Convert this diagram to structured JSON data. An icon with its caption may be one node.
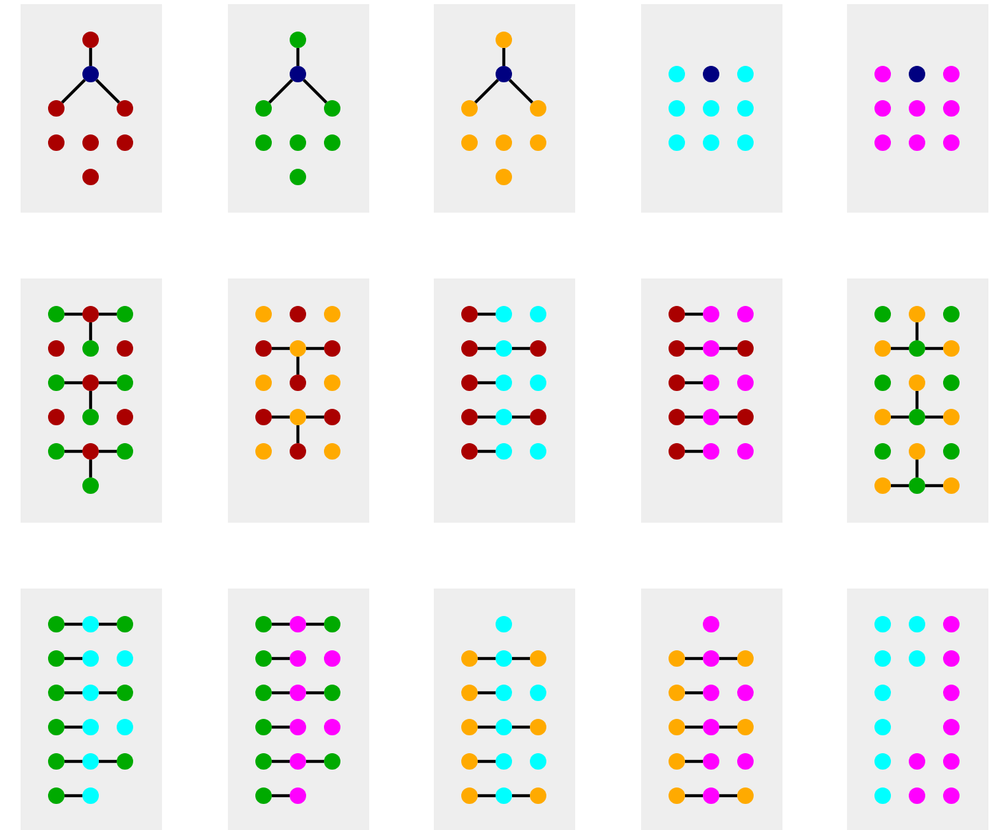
{
  "diagram": {
    "nodes": [
      {
        "text": [],
        "shape": "box"
      },
      {
        "text": [],
        "shape": "circle",
        "in": 0
      },
      {
        "text": [],
        "shape": "circle",
        "in": 0
      },
      {
        "text": [],
        "shape": "circle",
        "in": 0
      },
      {
        "text": [],
        "shape": "circle",
        "in": 0
      },
      {
        "text": [],
        "shape": "circle",
        "in": 0
      },
      {
        "text": [],
        "shape": "circle",
        "in": 0
      },
      {
        "text": [],
        "shape": "circle",
        "in": 0
      },
      {
        "text": [],
        "shape": "circle",
        "in": 0
      },
      {
        "text": [],
        "shape": "box"
      },
      {
        "text": [],
        "shape": "circle",
        "in": 9
      },
      {
        "text": [],
        "shape": "circle",
        "in": 9
      },
      {
        "text": [],
        "shape": "circle",
        "in": 9
      },
      {
        "text": [],
        "shape": "circle",
        "in": 9
      },
      {
        "text": [],
        "shape": "circle",
        "in": 9
      },
      {
        "text": [],
        "shape": "circle",
        "in": 9
      },
      {
        "text": [],
        "shape": "circle",
        "in": 9
      },
      {
        "text": [],
        "shape": "circle",
        "in": 9
      },
      {
        "text": [],
        "shape": "box"
      },
      {
        "text": [],
        "shape": "circle",
        "in": 18
      },
      {
        "text": [],
        "shape": "circle",
        "in": 18
      },
      {
        "text": [],
        "shape": "circle",
        "in": 18
      },
      {
        "text": [],
        "shape": "circle",
        "in": 18
      },
      {
        "text": [],
        "shape": "circle",
        "in": 18
      },
      {
        "text": [],
        "shape": "circle",
        "in": 18
      },
      {
        "text": [],
        "shape": "circle",
        "in": 18
      },
      {
        "text": [],
        "shape": "circle",
        "in": 18
      },
      {
        "text": [],
        "shape": "box"
      },
      {
        "text": [],
        "shape": "circle",
        "in": 27
      },
      {
        "text": [],
        "shape": "circle",
        "in": 27
      },
      {
        "text": [],
        "shape": "circle",
        "in": 27
      },
      {
        "text": [],
        "shape": "circle",
        "in": 27
      },
      {
        "text": [],
        "shape": "circle",
        "in": 27
      },
      {
        "text": [],
        "shape": "circle",
        "in": 27
      },
      {
        "text": [],
        "shape": "circle",
        "in": 27
      },
      {
        "text": [],
        "shape": "circle",
        "in": 27
      },
      {
        "text": [],
        "shape": "circle",
        "in": 27
      },
      {
        "text": [],
        "shape": "box"
      },
      {
        "text": [],
        "shape": "circle",
        "in": 37
      },
      {
        "text": [],
        "shape": "circle",
        "in": 37
      },
      {
        "text": [],
        "shape": "circle",
        "in": 37
      },
      {
        "text": [],
        "shape": "circle",
        "in": 37
      },
      {
        "text": [],
        "shape": "circle",
        "in": 37
      },
      {
        "text": [],
        "shape": "circle",
        "in": 37
      },
      {
        "text": [],
        "shape": "circle",
        "in": 37
      },
      {
        "text": [],
        "shape": "circle",
        "in": 37
      },
      {
        "text": [],
        "shape": "circle",
        "in": 37
      },
      {
        "text": [],
        "shape": "box"
      },
      {
        "text": [],
        "shape": "circle",
        "in": 47
      },
      {
        "text": [],
        "shape": "circle",
        "in": 47
      },
      {
        "text": [],
        "shape": "circle",
        "in": 47
      },
      {
        "text": [],
        "shape": "circle",
        "in": 47
      },
      {
        "text": [],
        "shape": "circle",
        "in": 47
      },
      {
        "text": [],
        "shape": "circle",
        "in": 47
      },
      {
        "text": [],
        "shape": "circle",
        "in": 47
      },
      {
        "text": [],
        "shape": "circle",
        "in": 47
      },
      {
        "text": [],
        "shape": "circle",
        "in": 47
      },
      {
        "text": [],
        "shape": "circle",
        "in": 47
      },
      {
        "text": [],
        "shape": "circle",
        "in": 47
      },
      {
        "text": [],
        "shape": "circle",
        "in": 47
      },
      {
        "text": [],
        "shape": "circle",
        "in": 47
      },
      {
        "text": [],
        "shape": "circle",
        "in": 47
      },
      {
        "text": [],
        "shape": "circle",
        "in": 47
      },
      {
        "text": [],
        "shape": "circle",
        "in": 47
      },
      {
        "text": [],
        "shape": "box"
      },
      {
        "text": [],
        "shape": "circle",
        "in": 64
      },
      {
        "text": [],
        "shape": "circle",
        "in": 64
      },
      {
        "text": [],
        "shape": "circle",
        "in": 64
      },
      {
        "text": [],
        "shape": "circle",
        "in": 64
      },
      {
        "text": [],
        "shape": "circle",
        "in": 64
      },
      {
        "text": [],
        "shape": "circle",
        "in": 64
      },
      {
        "text": [],
        "shape": "circle",
        "in": 64
      },
      {
        "text": [],
        "shape": "circle",
        "in": 64
      },
      {
        "text": [],
        "shape": "circle",
        "in": 64
      },
      {
        "text": [],
        "shape": "circle",
        "in": 64
      },
      {
        "text": [],
        "shape": "circle",
        "in": 64
      },
      {
        "text": [],
        "shape": "circle",
        "in": 64
      },
      {
        "text": [],
        "shape": "circle",
        "in": 64
      },
      {
        "text": [],
        "shape": "circle",
        "in": 64
      },
      {
        "text": [],
        "shape": "circle",
        "in": 64
      },
      {
        "text": [],
        "shape": "box"
      },
      {
        "text": [],
        "shape": "circle",
        "in": 80
      },
      {
        "text": [],
        "shape": "circle",
        "in": 80
      },
      {
        "text": [],
        "shape": "circle",
        "in": 80
      },
      {
        "text": [],
        "shape": "circle",
        "in": 80
      },
      {
        "text": [],
        "shape": "circle",
        "in": 80
      },
      {
        "text": [],
        "shape": "circle",
        "in": 80
      },
      {
        "text": [],
        "shape": "circle",
        "in": 80
      },
      {
        "text": [],
        "shape": "circle",
        "in": 80
      },
      {
        "text": [],
        "shape": "circle",
        "in": 80
      },
      {
        "text": [],
        "shape": "circle",
        "in": 80
      },
      {
        "text": [],
        "shape": "circle",
        "in": 80
      },
      {
        "text": [],
        "shape": "circle",
        "in": 80
      },
      {
        "text": [],
        "shape": "circle",
        "in": 80
      },
      {
        "text": [],
        "shape": "circle",
        "in": 80
      },
      {
        "text": [],
        "shape": "circle",
        "in": 80
      },
      {
        "text": [],
        "shape": "box"
      },
      {
        "text": [],
        "shape": "circle",
        "in": 96
      },
      {
        "text": [],
        "shape": "circle",
        "in": 96
      },
      {
        "text": [],
        "shape": "circle",
        "in": 96
      },
      {
        "text": [],
        "shape": "circle",
        "in": 96
      },
      {
        "text": [],
        "shape": "circle",
        "in": 96
      },
      {
        "text": [],
        "shape": "circle",
        "in": 96
      },
      {
        "text": [],
        "shape": "circle",
        "in": 96
      },
      {
        "text": [],
        "shape": "circle",
        "in": 96
      },
      {
        "text": [],
        "shape": "circle",
        "in": 96
      },
      {
        "text": [],
        "shape": "circle",
        "in": 96
      },
      {
        "text": [],
        "shape": "circle",
        "in": 96
      },
      {
        "text": [],
        "shape": "circle",
        "in": 96
      },
      {
        "text": [],
        "shape": "circle",
        "in": 96
      },
      {
        "text": [],
        "shape": "circle",
        "in": 96
      },
      {
        "text": [],
        "shape": "circle",
        "in": 96
      },
      {
        "text": [],
        "shape": "box"
      },
      {
        "text": [],
        "shape": "circle",
        "in": 112
      },
      {
        "text": [],
        "shape": "circle",
        "in": 112
      },
      {
        "text": [],
        "shape": "circle",
        "in": 112
      },
      {
        "text": [],
        "shape": "circle",
        "in": 112
      },
      {
        "text": [],
        "shape": "circle",
        "in": 112
      },
      {
        "text": [],
        "shape": "circle",
        "in": 112
      },
      {
        "text": [],
        "shape": "circle",
        "in": 112
      },
      {
        "text": [],
        "shape": "circle",
        "in": 112
      },
      {
        "text": [],
        "shape": "circle",
        "in": 112
      },
      {
        "text": [],
        "shape": "circle",
        "in": 112
      },
      {
        "text": [],
        "shape": "circle",
        "in": 112
      },
      {
        "text": [],
        "shape": "circle",
        "in": 112
      },
      {
        "text": [],
        "shape": "circle",
        "in": 112
      },
      {
        "text": [],
        "shape": "circle",
        "in": 112
      },
      {
        "text": [],
        "shape": "circle",
        "in": 112
      },
      {
        "text": [],
        "shape": "circle",
        "in": 112
      },
      {
        "text": [],
        "shape": "circle",
        "in": 112
      },
      {
        "text": [],
        "shape": "circle",
        "in": 112
      },
      {
        "text": [],
        "shape": "box"
      },
      {
        "text": [],
        "shape": "circle",
        "in": 131
      },
      {
        "text": [],
        "shape": "circle",
        "in": 131
      },
      {
        "text": [],
        "shape": "circle",
        "in": 131
      },
      {
        "text": [],
        "shape": "circle",
        "in": 131
      },
      {
        "text": [],
        "shape": "circle",
        "in": 131
      },
      {
        "text": [],
        "shape": "circle",
        "in": 131
      },
      {
        "text": [],
        "shape": "circle",
        "in": 131
      },
      {
        "text": [],
        "shape": "circle",
        "in": 131
      },
      {
        "text": [],
        "shape": "circle",
        "in": 131
      },
      {
        "text": [],
        "shape": "circle",
        "in": 131
      },
      {
        "text": [],
        "shape": "circle",
        "in": 131
      },
      {
        "text": [],
        "shape": "circle",
        "in": 131
      },
      {
        "text": [],
        "shape": "circle",
        "in": 131
      },
      {
        "text": [],
        "shape": "circle",
        "in": 131
      },
      {
        "text": [],
        "shape": "circle",
        "in": 131
      },
      {
        "text": [],
        "shape": "circle",
        "in": 131
      },
      {
        "text": [],
        "shape": "circle",
        "in": 131
      },
      {
        "text": [],
        "shape": "box"
      },
      {
        "text": [],
        "shape": "circle",
        "in": 149
      },
      {
        "text": [],
        "shape": "circle",
        "in": 149
      },
      {
        "text": [],
        "shape": "circle",
        "in": 149
      },
      {
        "text": [],
        "shape": "circle",
        "in": 149
      },
      {
        "text": [],
        "shape": "circle",
        "in": 149
      },
      {
        "text": [],
        "shape": "circle",
        "in": 149
      },
      {
        "text": [],
        "shape": "circle",
        "in": 149
      },
      {
        "text": [],
        "shape": "circle",
        "in": 149
      },
      {
        "text": [],
        "shape": "circle",
        "in": 149
      },
      {
        "text": [],
        "shape": "circle",
        "in": 149
      },
      {
        "text": [],
        "shape": "circle",
        "in": 149
      },
      {
        "text": [],
        "shape": "circle",
        "in": 149
      },
      {
        "text": [],
        "shape": "circle",
        "in": 149
      },
      {
        "text": [],
        "shape": "circle",
        "in": 149
      },
      {
        "text": [],
        "shape": "circle",
        "in": 149
      },
      {
        "text": [],
        "shape": "circle",
        "in": 149
      },
      {
        "text": [],
        "shape": "circle",
        "in": 149
      },
      {
        "text": [],
        "shape": "box"
      },
      {
        "text": [],
        "shape": "circle",
        "in": 167
      },
      {
        "text": [],
        "shape": "circle",
        "in": 167
      },
      {
        "text": [],
        "shape": "circle",
        "in": 167
      },
      {
        "text": [],
        "shape": "circle",
        "in": 167
      },
      {
        "text": [],
        "shape": "circle",
        "in": 167
      },
      {
        "text": [],
        "shape": "circle",
        "in": 167
      },
      {
        "text": [],
        "shape": "circle",
        "in": 167
      },
      {
        "text": [],
        "shape": "circle",
        "in": 167
      },
      {
        "text": [],
        "shape": "circle",
        "in": 167
      },
      {
        "text": [],
        "shape": "circle",
        "in": 167
      },
      {
        "text": [],
        "shape": "circle",
        "in": 167
      },
      {
        "text": [],
        "shape": "circle",
        "in": 167
      },
      {
        "text": [],
        "shape": "circle",
        "in": 167
      },
      {
        "text": [],
        "shape": "circle",
        "in": 167
      },
      {
        "text": [],
        "shape": "circle",
        "in": 167
      },
      {
        "text": [],
        "shape": "circle",
        "in": 167
      },
      {
        "text": [],
        "shape": "box"
      },
      {
        "text": [],
        "shape": "circle",
        "in": 184
      },
      {
        "text": [],
        "shape": "circle",
        "in": 184
      },
      {
        "text": [],
        "shape": "circle",
        "in": 184
      },
      {
        "text": [],
        "shape": "circle",
        "in": 184
      },
      {
        "text": [],
        "shape": "circle",
        "in": 184
      },
      {
        "text": [],
        "shape": "circle",
        "in": 184
      },
      {
        "text": [],
        "shape": "circle",
        "in": 184
      },
      {
        "text": [],
        "shape": "circle",
        "in": 184
      },
      {
        "text": [],
        "shape": "circle",
        "in": 184
      },
      {
        "text": [],
        "shape": "circle",
        "in": 184
      },
      {
        "text": [],
        "shape": "circle",
        "in": 184
      },
      {
        "text": [],
        "shape": "circle",
        "in": 184
      },
      {
        "text": [],
        "shape": "circle",
        "in": 184
      },
      {
        "text": [],
        "shape": "circle",
        "in": 184
      },
      {
        "text": [],
        "shape": "circle",
        "in": 184
      },
      {
        "text": [],
        "shape": "circle",
        "in": 184
      },
      {
        "text": [],
        "shape": "box"
      },
      {
        "text": [],
        "shape": "circle",
        "in": 201
      },
      {
        "text": [],
        "shape": "circle",
        "in": 201
      },
      {
        "text": [],
        "shape": "circle",
        "in": 201
      },
      {
        "text": [],
        "shape": "circle",
        "in": 201
      },
      {
        "text": [],
        "shape": "circle",
        "in": 201
      },
      {
        "text": [],
        "shape": "circle",
        "in": 201
      },
      {
        "text": [],
        "shape": "circle",
        "in": 201
      },
      {
        "text": [],
        "shape": "circle",
        "in": 201
      },
      {
        "text": [],
        "shape": "circle",
        "in": 201
      },
      {
        "text": [],
        "shape": "circle",
        "in": 201
      },
      {
        "text": [],
        "shape": "circle",
        "in": 201
      },
      {
        "text": [],
        "shape": "circle",
        "in": 201
      },
      {
        "text": [],
        "shape": "circle",
        "in": 201
      },
      {
        "text": [],
        "shape": "circle",
        "in": 201
      },
      {
        "text": [],
        "shape": "circle",
        "in": 201
      },
      {
        "text": [],
        "shape": "circle",
        "in": 201
      }
    ],
    "edges": [
      {
        "from": 1,
        "to": 2,
        "arrow": "none"
      },
      {
        "from": 2,
        "to": 3,
        "arrow": "none"
      },
      {
        "from": 2,
        "to": 4,
        "arrow": "none"
      },
      {
        "from": 10,
        "to": 11,
        "arrow": "none"
      },
      {
        "from": 11,
        "to": 12,
        "arrow": "none"
      },
      {
        "from": 11,
        "to": 13,
        "arrow": "none"
      },
      {
        "from": 19,
        "to": 20,
        "arrow": "none"
      },
      {
        "from": 20,
        "to": 21,
        "arrow": "none"
      },
      {
        "from": 20,
        "to": 22,
        "arrow": "none"
      },
      {
        "from": 48,
        "to": 49,
        "arrow": "none"
      },
      {
        "from": 49,
        "to": 50,
        "arrow": "none"
      },
      {
        "from": 49,
        "to": 52,
        "arrow": "none"
      },
      {
        "from": 54,
        "to": 55,
        "arrow": "none"
      },
      {
        "from": 55,
        "to": 56,
        "arrow": "none"
      },
      {
        "from": 55,
        "to": 58,
        "arrow": "none"
      },
      {
        "from": 60,
        "to": 61,
        "arrow": "none"
      },
      {
        "from": 61,
        "to": 62,
        "arrow": "none"
      },
      {
        "from": 61,
        "to": 63,
        "arrow": "none"
      },
      {
        "from": 68,
        "to": 69,
        "arrow": "none"
      },
      {
        "from": 69,
        "to": 70,
        "arrow": "none"
      },
      {
        "from": 69,
        "to": 72,
        "arrow": "none"
      },
      {
        "from": 74,
        "to": 75,
        "arrow": "none"
      },
      {
        "from": 75,
        "to": 76,
        "arrow": "none"
      },
      {
        "from": 75,
        "to": 78,
        "arrow": "none"
      },
      {
        "from": 81,
        "to": 82,
        "arrow": "none"
      },
      {
        "from": 84,
        "to": 85,
        "arrow": "none"
      },
      {
        "from": 85,
        "to": 86,
        "arrow": "none"
      },
      {
        "from": 87,
        "to": 88,
        "arrow": "none"
      },
      {
        "from": 90,
        "to": 91,
        "arrow": "none"
      },
      {
        "from": 91,
        "to": 92,
        "arrow": "none"
      },
      {
        "from": 93,
        "to": 94,
        "arrow": "none"
      },
      {
        "from": 97,
        "to": 98,
        "arrow": "none"
      },
      {
        "from": 100,
        "to": 101,
        "arrow": "none"
      },
      {
        "from": 101,
        "to": 102,
        "arrow": "none"
      },
      {
        "from": 103,
        "to": 104,
        "arrow": "none"
      },
      {
        "from": 106,
        "to": 107,
        "arrow": "none"
      },
      {
        "from": 107,
        "to": 108,
        "arrow": "none"
      },
      {
        "from": 109,
        "to": 110,
        "arrow": "none"
      },
      {
        "from": 114,
        "to": 117,
        "arrow": "none"
      },
      {
        "from": 116,
        "to": 117,
        "arrow": "none"
      },
      {
        "from": 117,
        "to": 118,
        "arrow": "none"
      },
      {
        "from": 120,
        "to": 123,
        "arrow": "none"
      },
      {
        "from": 122,
        "to": 123,
        "arrow": "none"
      },
      {
        "from": 123,
        "to": 124,
        "arrow": "none"
      },
      {
        "from": 126,
        "to": 129,
        "arrow": "none"
      },
      {
        "from": 128,
        "to": 129,
        "arrow": "none"
      },
      {
        "from": 129,
        "to": 130,
        "arrow": "none"
      },
      {
        "from": 132,
        "to": 133,
        "arrow": "none"
      },
      {
        "from": 133,
        "to": 134,
        "arrow": "none"
      },
      {
        "from": 135,
        "to": 136,
        "arrow": "none"
      },
      {
        "from": 138,
        "to": 139,
        "arrow": "none"
      },
      {
        "from": 139,
        "to": 140,
        "arrow": "none"
      },
      {
        "from": 141,
        "to": 142,
        "arrow": "none"
      },
      {
        "from": 144,
        "to": 145,
        "arrow": "none"
      },
      {
        "from": 145,
        "to": 146,
        "arrow": "none"
      },
      {
        "from": 147,
        "to": 148,
        "arrow": "none"
      },
      {
        "from": 150,
        "to": 151,
        "arrow": "none"
      },
      {
        "from": 151,
        "to": 152,
        "arrow": "none"
      },
      {
        "from": 153,
        "to": 154,
        "arrow": "none"
      },
      {
        "from": 156,
        "to": 157,
        "arrow": "none"
      },
      {
        "from": 157,
        "to": 158,
        "arrow": "none"
      },
      {
        "from": 159,
        "to": 160,
        "arrow": "none"
      },
      {
        "from": 162,
        "to": 163,
        "arrow": "none"
      },
      {
        "from": 163,
        "to": 164,
        "arrow": "none"
      },
      {
        "from": 165,
        "to": 166,
        "arrow": "none"
      },
      {
        "from": 169,
        "to": 170,
        "arrow": "none"
      },
      {
        "from": 170,
        "to": 171,
        "arrow": "none"
      },
      {
        "from": 172,
        "to": 173,
        "arrow": "none"
      },
      {
        "from": 175,
        "to": 176,
        "arrow": "none"
      },
      {
        "from": 176,
        "to": 177,
        "arrow": "none"
      },
      {
        "from": 178,
        "to": 179,
        "arrow": "none"
      },
      {
        "from": 181,
        "to": 182,
        "arrow": "none"
      },
      {
        "from": 182,
        "to": 183,
        "arrow": "none"
      },
      {
        "from": 186,
        "to": 187,
        "arrow": "none"
      },
      {
        "from": 187,
        "to": 188,
        "arrow": "none"
      },
      {
        "from": 189,
        "to": 190,
        "arrow": "none"
      },
      {
        "from": 192,
        "to": 193,
        "arrow": "none"
      },
      {
        "from": 193,
        "to": 194,
        "arrow": "none"
      },
      {
        "from": 195,
        "to": 196,
        "arrow": "none"
      },
      {
        "from": 198,
        "to": 199,
        "arrow": "none"
      },
      {
        "from": 199,
        "to": 200,
        "arrow": "none"
      }
    ]
  }
}
